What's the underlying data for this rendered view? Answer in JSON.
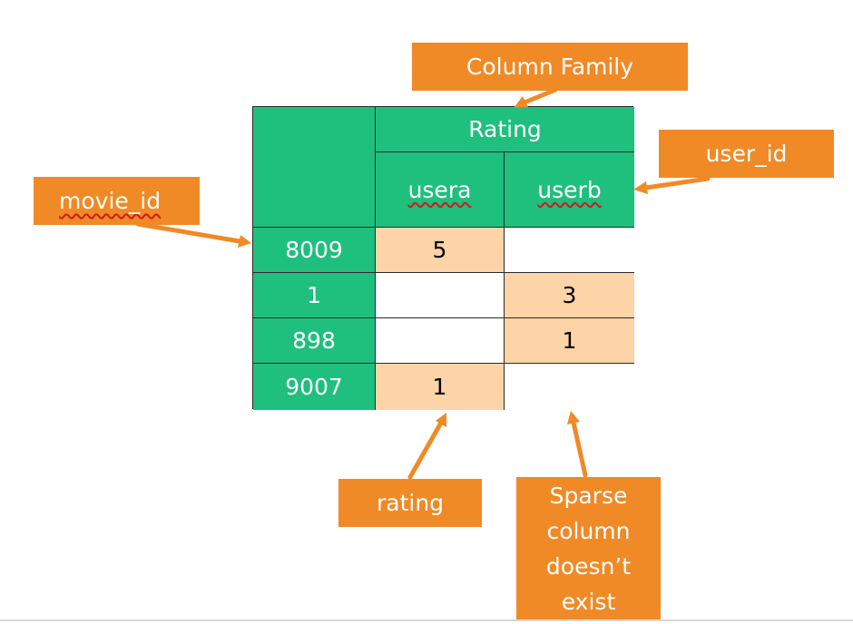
{
  "callouts": {
    "column_family": "Column Family",
    "user_id": "user_id",
    "movie_id": "movie_id",
    "rating": "rating",
    "sparse": "Sparse\ncolumn\ndoesn’t\nexist"
  },
  "table": {
    "header": "Rating",
    "columns": [
      "usera",
      "userb"
    ],
    "rows": [
      {
        "key": "8009",
        "usera": "5",
        "userb": ""
      },
      {
        "key": "1",
        "usera": "",
        "userb": "3"
      },
      {
        "key": "898",
        "usera": "",
        "userb": "1"
      },
      {
        "key": "9007",
        "usera": "1",
        "userb": ""
      }
    ]
  },
  "colors": {
    "callout": "#f08a26",
    "row_key_fill": "#1fbf7d",
    "value_fill": "#fdd3a8",
    "empty_fill": "#ffffff"
  }
}
